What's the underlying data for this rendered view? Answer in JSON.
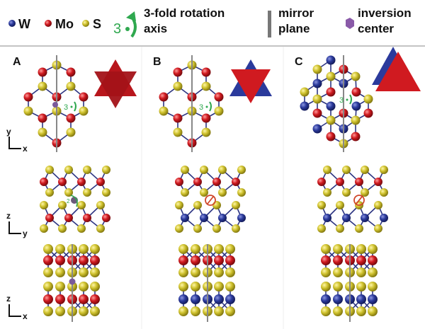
{
  "legend": {
    "elements": [
      {
        "symbol": "W",
        "color": "#2b3a9c"
      },
      {
        "symbol": "Mo",
        "color": "#c8161d"
      },
      {
        "symbol": "S",
        "color": "#c9bd2a"
      }
    ],
    "rotation": {
      "number": "3",
      "line1": "3-fold rotation",
      "line2": "axis",
      "color": "#2fa84f"
    },
    "mirror": {
      "line1": "mirror",
      "line2": "plane",
      "color": "#777777"
    },
    "inversion": {
      "line1": "inversion",
      "line2": "center",
      "color": "#8a5aa8"
    }
  },
  "panels": [
    {
      "label": "A",
      "top_layer_metal": "Mo",
      "bottom_layer_metal": "Mo",
      "side_symbol": "2",
      "has_inversion": true
    },
    {
      "label": "B",
      "top_layer_metal": "Mo",
      "bottom_layer_metal": "W",
      "side_symbol": "no-inversion",
      "has_inversion": false
    },
    {
      "label": "C",
      "top_layer_metal": "Mo",
      "bottom_layer_metal": "W",
      "side_symbol": "no-inversion",
      "has_inversion": false
    }
  ],
  "top_view_symbol": "3",
  "axes": {
    "top": {
      "vertical": "y",
      "horizontal": "x"
    },
    "side1": {
      "vertical": "z",
      "horizontal": "y"
    },
    "side2": {
      "vertical": "z",
      "horizontal": "x"
    }
  },
  "colors": {
    "W": "#2b3a9c",
    "Mo": "#c8161d",
    "S": "#c9bd2a",
    "bond": "#2d3582",
    "no_inversion": "#d0462a"
  }
}
